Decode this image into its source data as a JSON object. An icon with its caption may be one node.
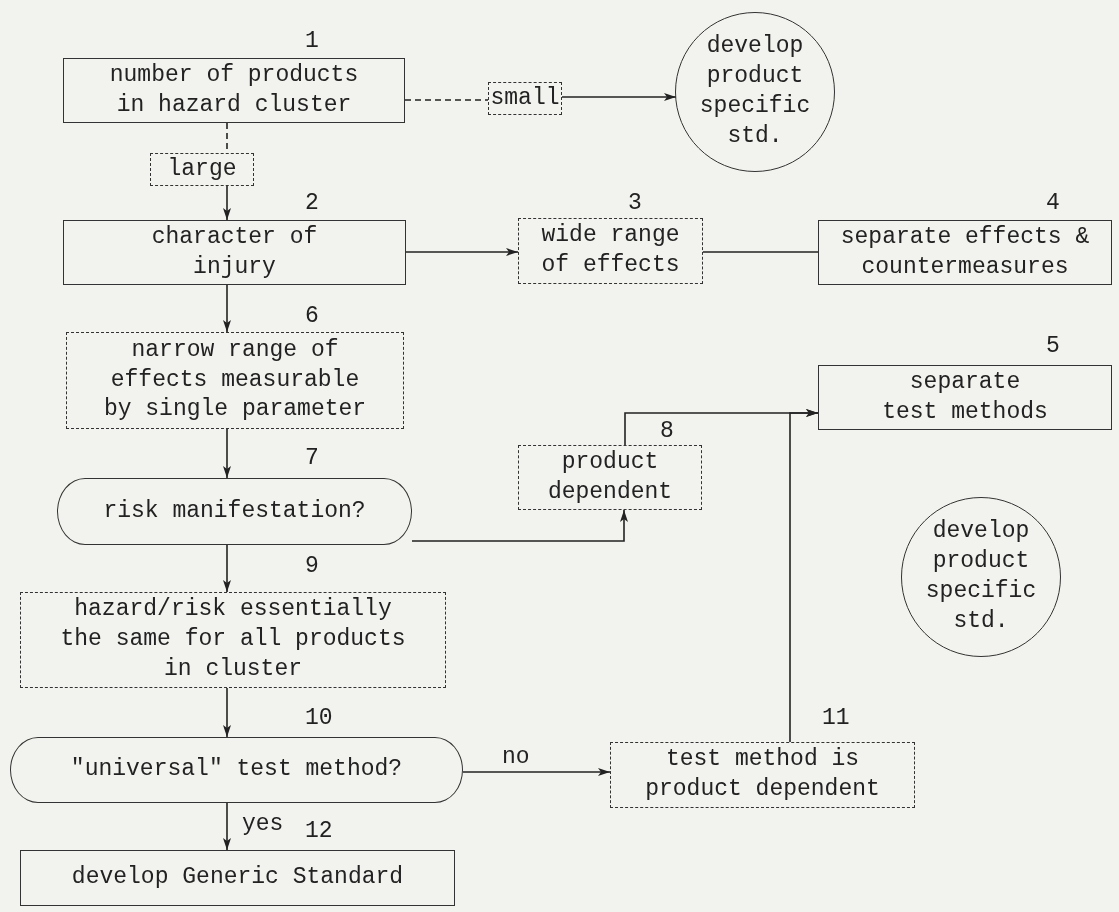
{
  "diagram": {
    "nodes": [
      {
        "text": [
          "number of products in hazard cluster"
        ],
        "beside": [
          "1"
        ]
      },
      {
        "text": [
          "small"
        ]
      },
      {
        "text": [
          "develop product specific std."
        ]
      },
      {
        "text": [
          "large"
        ]
      },
      {
        "text": [
          "character of injury"
        ],
        "beside": [
          "2"
        ]
      },
      {
        "text": [
          "wide range of effects"
        ],
        "beside": [
          "3"
        ]
      },
      {
        "text": [
          "separate effects & countermeasures"
        ],
        "beside": [
          "4"
        ]
      },
      {
        "text": [
          "separate test methods"
        ],
        "beside": [
          "5"
        ]
      },
      {
        "text": [
          "narrow range of effects measurable by single parameter"
        ],
        "beside": [
          "6"
        ]
      },
      {
        "text": [
          "risk manifestation?"
        ],
        "beside": [
          "7"
        ]
      },
      {
        "text": [
          "product dependent"
        ],
        "beside": [
          "8"
        ]
      },
      {
        "text": [
          "develop product specific std."
        ]
      },
      {
        "text": [
          "hazard/risk essentially the same for all products in cluster"
        ],
        "beside": [
          "9"
        ]
      },
      {
        "text": [
          "\"universal\" test method?"
        ],
        "beside": [
          "10"
        ]
      },
      {
        "text": [
          "test method is product dependent"
        ],
        "beside": [
          "11"
        ]
      },
      {
        "text": [
          "develop Generic Standard"
        ],
        "beside": [
          "12"
        ]
      }
    ],
    "edges": [
      {
        "from": 0,
        "to": 1,
        "arrow": "none",
        "style": "dashed"
      },
      {
        "from": 1,
        "to": 2,
        "arrow": "to"
      },
      {
        "from": 0,
        "to": 3,
        "arrow": "none",
        "style": "dashed"
      },
      {
        "from": 3,
        "to": 4,
        "arrow": "to"
      },
      {
        "from": 4,
        "to": 5,
        "arrow": "to"
      },
      {
        "from": 5,
        "to": 6,
        "arrow": "none"
      },
      {
        "from": 4,
        "to": 8,
        "arrow": "to"
      },
      {
        "from": 8,
        "to": 9,
        "arrow": "to"
      },
      {
        "from": 9,
        "to": 10,
        "arrow": "to"
      },
      {
        "from": 10,
        "to": 7,
        "arrow": "to"
      },
      {
        "from": 14,
        "to": 7,
        "arrow": "to"
      },
      {
        "from": 9,
        "to": 12,
        "arrow": "to"
      },
      {
        "from": 12,
        "to": 13,
        "arrow": "to"
      },
      {
        "from": 13,
        "to": 14,
        "arrow": "to",
        "label": "no"
      },
      {
        "from": 13,
        "to": 15,
        "arrow": "to",
        "label": "yes"
      }
    ]
  }
}
